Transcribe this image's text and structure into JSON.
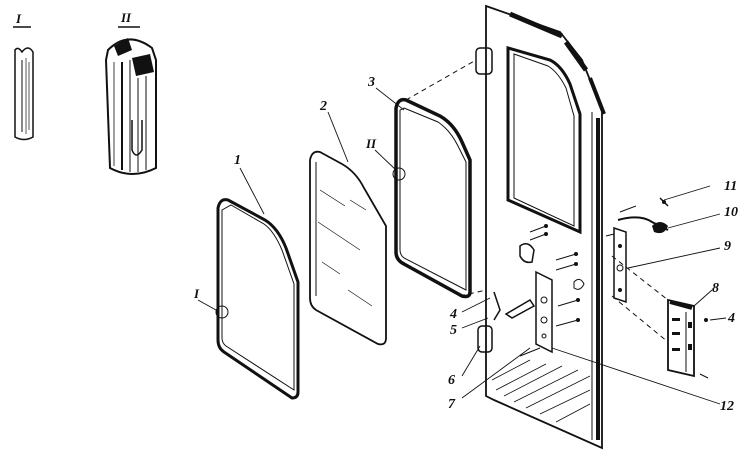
{
  "detail_labels": {
    "I": "I",
    "II": "II"
  },
  "callouts": {
    "1": "1",
    "2": "2",
    "3": "3",
    "4a": "4",
    "4b": "4",
    "5": "5",
    "6": "6",
    "7": "7",
    "8": "8",
    "9": "9",
    "10": "10",
    "11": "11",
    "12": "12"
  },
  "colors": {
    "ink": "#111111",
    "paper": "#ffffff"
  }
}
